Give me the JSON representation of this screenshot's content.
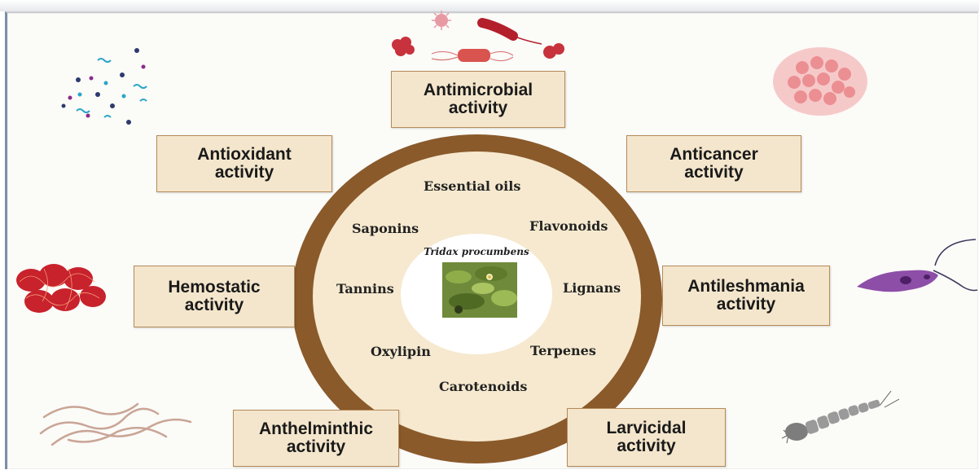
{
  "center": {
    "plant_name": "Tridax procumbens",
    "compounds": {
      "essential_oils": "Essential oils",
      "saponins": "Saponins",
      "flavonoids": "Flavonoids",
      "tannins": "Tannins",
      "lignans": "Lignans",
      "oxylipin": "Oxylipin",
      "terpenes": "Terpenes",
      "carotenoids": "Carotenoids"
    }
  },
  "activities": {
    "antimicrobial": {
      "line1": "Antimicrobial",
      "line2": "activity"
    },
    "antioxidant": {
      "line1": "Antioxidant",
      "line2": "activity"
    },
    "anticancer": {
      "line1": "Anticancer",
      "line2": "activity"
    },
    "hemostatic": {
      "line1": "Hemostatic",
      "line2": "activity"
    },
    "antileshmania": {
      "line1": "Antileshmania",
      "line2": "activity"
    },
    "anthelminthic": {
      "line1": "Anthelminthic",
      "line2": "activity"
    },
    "larvicidal": {
      "line1": "Larvicidal",
      "line2": "activity"
    }
  },
  "illustrations": [
    "bacteria-cluster-icon",
    "microbes-icon",
    "cancer-cell-icon",
    "red-blood-cells-icon",
    "leishmania-parasite-icon",
    "worms-icon",
    "mosquito-larva-icon",
    "plant-photo"
  ],
  "colors": {
    "ring": "#8a5a2b",
    "inner": "#f6e9cf",
    "box_fill": "#f4e6cc",
    "box_border": "#b48a5a"
  }
}
